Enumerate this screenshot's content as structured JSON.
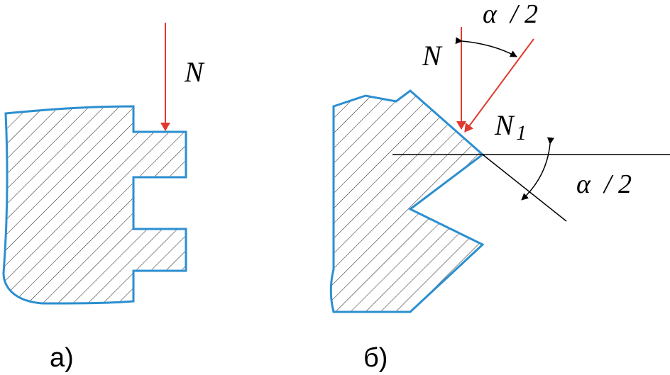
{
  "colors": {
    "outline": "#2B8FD0",
    "hatch": "#1a1a1a",
    "force_arrow": "#E03A2E",
    "line": "#000000",
    "background": "#ffffff"
  },
  "labels": {
    "force_a": "N",
    "force_b": "N",
    "force_b_normal": "N",
    "force_b_normal_subscript": "1",
    "angle_top": "α  / 2",
    "angle_right": "α  / 2",
    "caption_a": "а)",
    "caption_b": "б)"
  }
}
